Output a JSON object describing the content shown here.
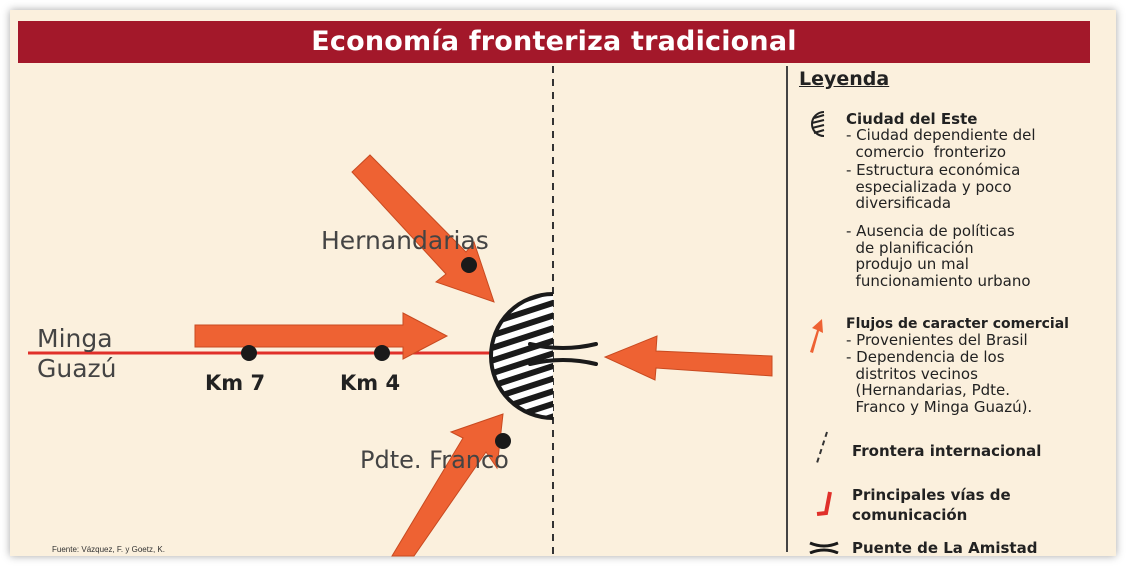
{
  "title": "Economía fronteriza tradicional",
  "places": {
    "hernandarias": "Hernandarias",
    "minga_line1": "Minga",
    "minga_line2": "Guazú",
    "km7": "Km 7",
    "km4": "Km 4",
    "pdte_franco": "Pdte. Franco"
  },
  "legend": {
    "title": "Leyenda",
    "ciudad": {
      "head": "Ciudad del Este",
      "items": [
        "- Ciudad dependiente del\n  comercio  fronterizo",
        "- Estructura económica\n  especializada y poco\n  diversificada",
        "- Ausencia de políticas\n  de planificación\n  produjo un mal\n  funcionamiento urbano"
      ]
    },
    "flujos": {
      "head": "Flujos de caracter comercial",
      "items": [
        "- Provenientes del Brasil",
        "- Dependencia de los\n  distritos vecinos\n  (Hernandarias, Pdte.\n  Franco y Minga Guazú)."
      ]
    },
    "frontera": "Frontera internacional",
    "vias": "Principales vías de\ncomunicación",
    "puente": "Puente de La Amistad"
  },
  "source": "Fuente: Vázquez, F. y Goetz, K.",
  "colors": {
    "title_bar": "#a3182a",
    "arrow": "#ee6233",
    "road": "#e0302a",
    "background": "#fbf0dd"
  }
}
